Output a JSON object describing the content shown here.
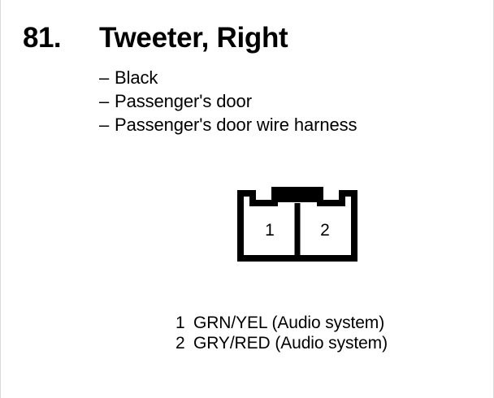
{
  "page": {
    "background_color": "#ffffff",
    "ink_color": "#000000",
    "border_color": "#d9d9d9"
  },
  "header": {
    "number": "81.",
    "title": "Tweeter, Right"
  },
  "attributes": {
    "bullet_glyph": "–",
    "items": [
      {
        "label": "Black"
      },
      {
        "label": "Passenger's door"
      },
      {
        "label": "Passenger's door wire harness"
      }
    ]
  },
  "connector": {
    "name": "2-cavity connector",
    "cavity_count": 2,
    "cavities": [
      {
        "number": "1"
      },
      {
        "number": "2"
      }
    ]
  },
  "legend": {
    "rows": [
      {
        "pin": "1",
        "description": "GRN/YEL (Audio system)"
      },
      {
        "pin": "2",
        "description": "GRY/RED (Audio system)"
      }
    ]
  }
}
